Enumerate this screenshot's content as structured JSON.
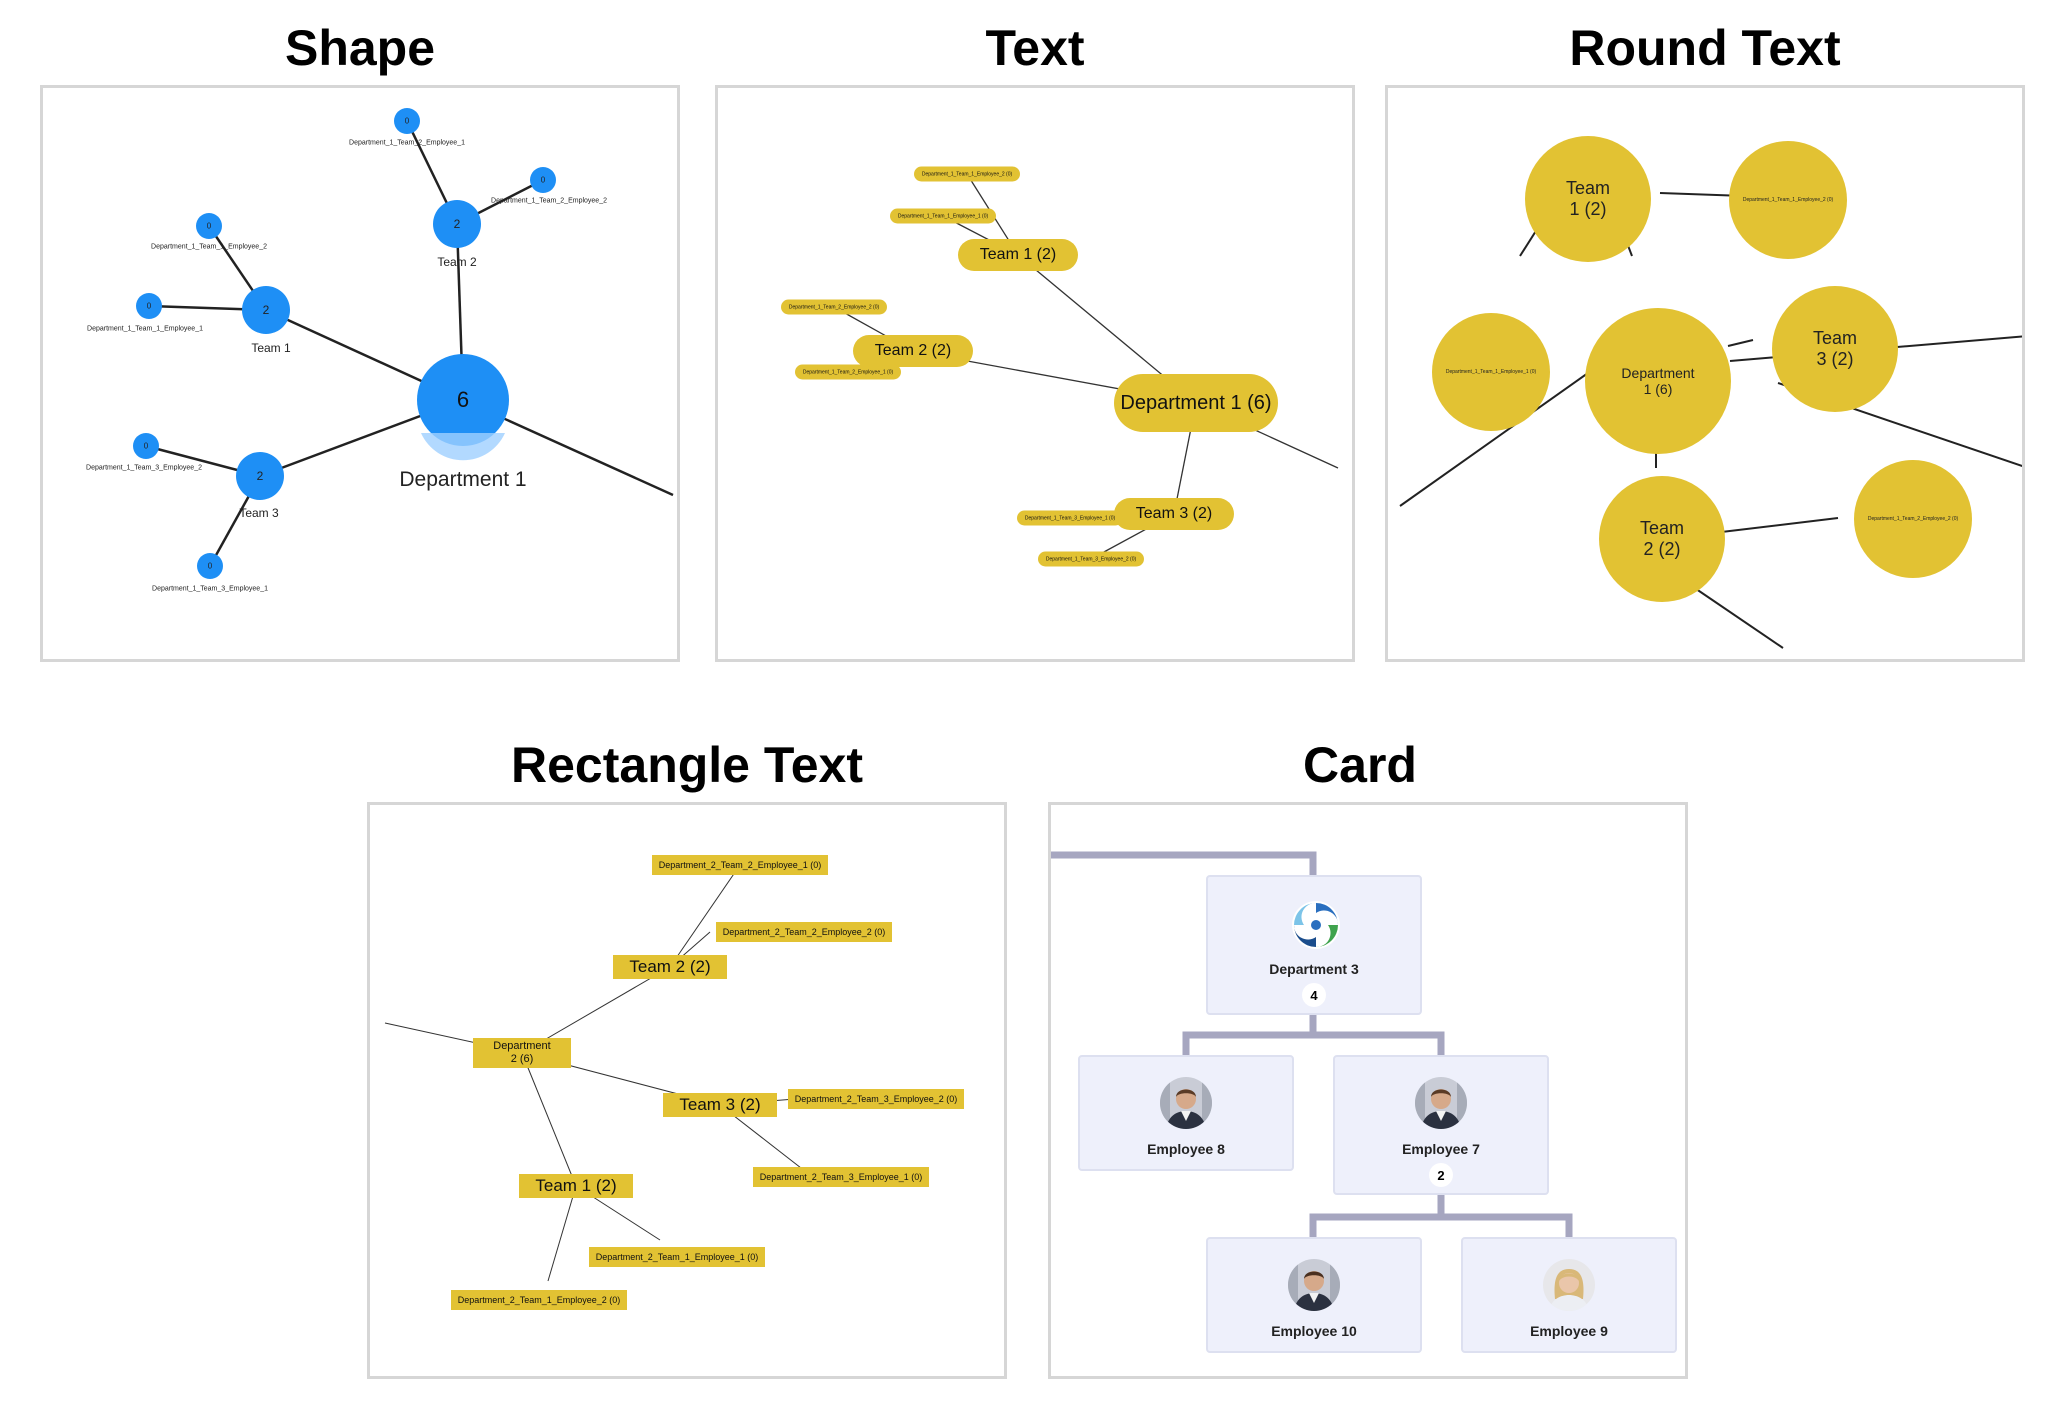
{
  "titles": {
    "shape": "Shape",
    "text": "Text",
    "round_text": "Round Text",
    "rectangle_text": "Rectangle Text",
    "card": "Card"
  },
  "shape_panel": {
    "root": {
      "label": "Department 1",
      "count": "6"
    },
    "teams": [
      {
        "label": "Team 1",
        "count": "2"
      },
      {
        "label": "Team 2",
        "count": "2"
      },
      {
        "label": "Team 3",
        "count": "2"
      }
    ],
    "employees": [
      {
        "label": "Department_1_Team_1_Employee_1",
        "count": "0"
      },
      {
        "label": "Department_1_Team_1_Employee_2",
        "count": "0"
      },
      {
        "label": "Department_1_Team_2_Employee_1",
        "count": "0"
      },
      {
        "label": "Department_1_Team_2_Employee_2",
        "count": "0"
      },
      {
        "label": "Department_1_Team_3_Employee_1",
        "count": "0"
      },
      {
        "label": "Department_1_Team_3_Employee_2",
        "count": "0"
      }
    ],
    "color": "#1e8ff5"
  },
  "text_panel": {
    "root": "Department 1 (6)",
    "teams": [
      "Team 1 (2)",
      "Team 2 (2)",
      "Team 3 (2)"
    ],
    "employees": [
      "Department_1_Team_1_Employee_2 (0)",
      "Department_1_Team_1_Employee_1 (0)",
      "Department_1_Team_2_Employee_2 (0)",
      "Department_1_Team_2_Employee_1 (0)",
      "Department_1_Team_3_Employee_2 (0)",
      "Department_1_Team_3_Employee_1 (0)"
    ],
    "color": "#e2c233"
  },
  "round_panel": {
    "root": "Department 1 (6)",
    "teams": [
      "Team 1 (2)",
      "Team 2 (2)",
      "Team 3 (2)"
    ],
    "employees": [
      "Department_1_Team_1_Employee_2 (0)",
      "Department_1_Team_1_Employee_1 (0)",
      "Department_1_Team_2_Employee_2 (0)"
    ]
  },
  "rect_panel": {
    "root": "Department 2 (6)",
    "teams": [
      "Team 2 (2)",
      "Team 3 (2)",
      "Team 1 (2)"
    ],
    "employees": [
      "Department_2_Team_2_Employee_1 (0)",
      "Department_2_Team_2_Employee_2 (0)",
      "Department_2_Team_3_Employee_2 (0)",
      "Department_2_Team_3_Employee_1 (0)",
      "Department_2_Team_1_Employee_1 (0)",
      "Department_2_Team_1_Employee_2 (0)"
    ]
  },
  "card_panel": {
    "cards": [
      {
        "name": "Department 3",
        "count": "4"
      },
      {
        "name": "Employee 8",
        "count": ""
      },
      {
        "name": "Employee 7",
        "count": "2"
      },
      {
        "name": "Employee 10",
        "count": ""
      },
      {
        "name": "Employee 9",
        "count": ""
      }
    ],
    "connector_color": "#a6a6c0",
    "card_bg": "#eef0fb"
  }
}
